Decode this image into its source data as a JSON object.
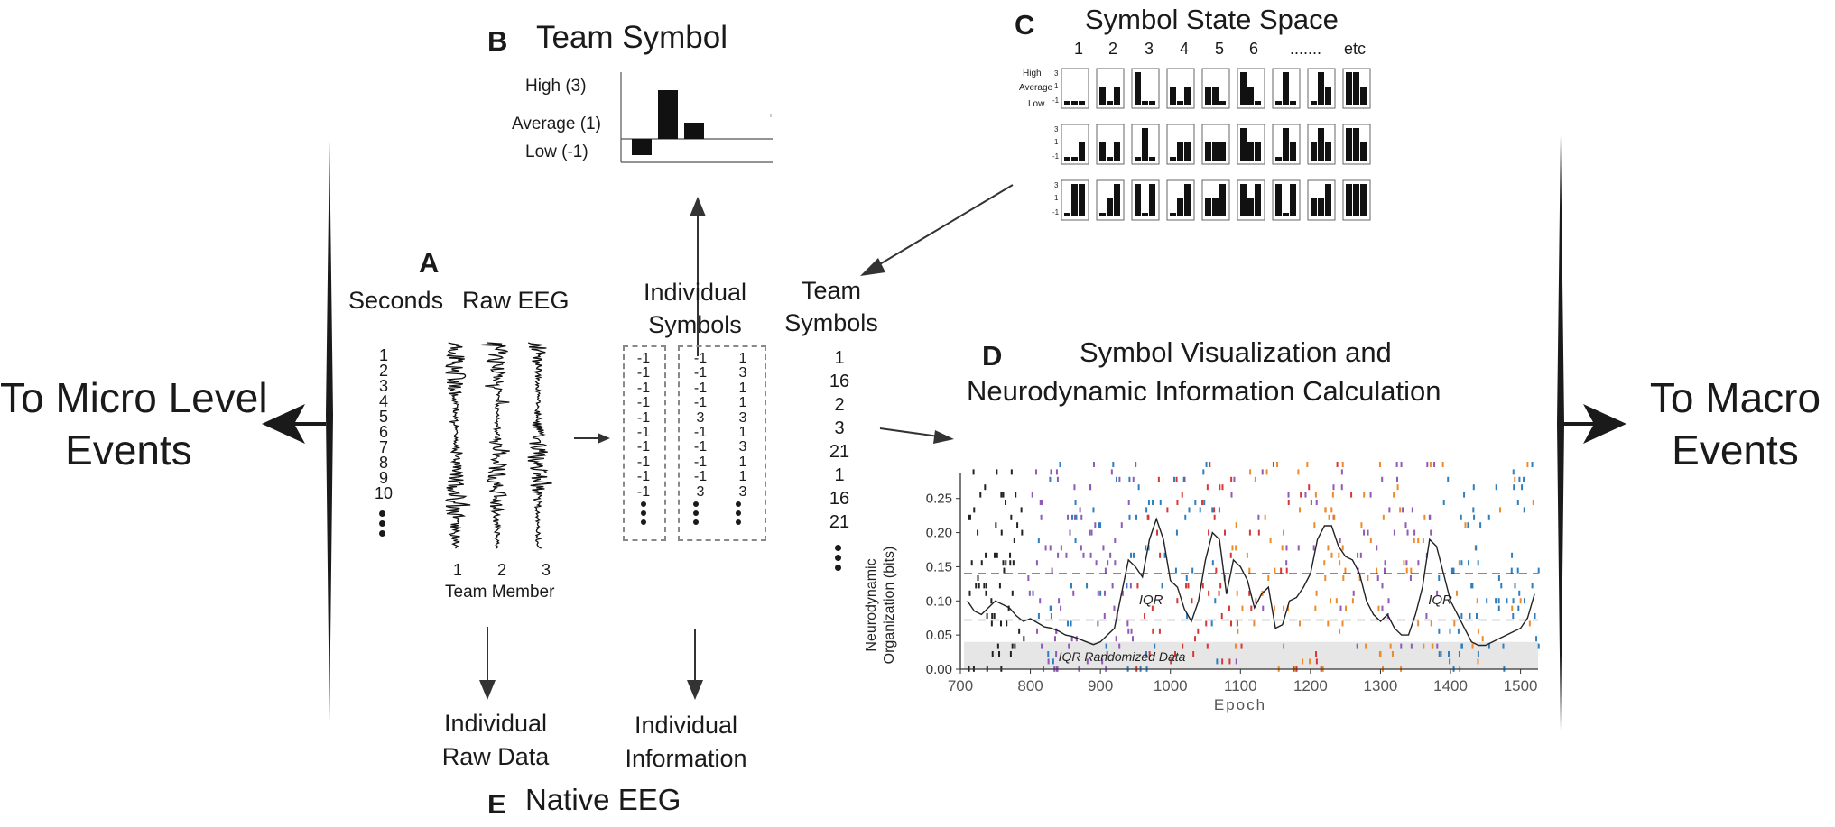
{
  "panel_a": {
    "letter": "A",
    "seconds_label": "Seconds",
    "raw_eeg_label": "Raw EEG",
    "seconds": [
      "1",
      "2",
      "3",
      "4",
      "5",
      "6",
      "7",
      "8",
      "9",
      "10"
    ],
    "members": [
      "1",
      "2",
      "3"
    ],
    "member_axis_label": "Team Member"
  },
  "panel_b": {
    "letter": "B",
    "title": "Team Symbol",
    "level_labels": [
      "High (3)",
      "Average (1)",
      "Low (-1)"
    ],
    "bar_values": [
      -1,
      3,
      1
    ]
  },
  "panel_c": {
    "letter": "C",
    "title": "Symbol State Space",
    "column_labels": [
      "1",
      "2",
      "3",
      "4",
      "5",
      "6",
      ".......",
      "etc"
    ],
    "row_labels": [
      "High",
      "Average",
      "Low"
    ],
    "tick_values": [
      "3",
      "1",
      "-1"
    ]
  },
  "individual_symbols": {
    "label_line1": "Individual",
    "label_line2": "Symbols",
    "columns": [
      [
        "-1",
        "-1",
        "-1",
        "-1",
        "-1",
        "-1",
        "-1",
        "-1",
        "-1",
        "-1"
      ],
      [
        "-1",
        "-1",
        "-1",
        "-1",
        "3",
        "-1",
        "-1",
        "-1",
        "-1",
        "3"
      ],
      [
        "1",
        "3",
        "1",
        "1",
        "3",
        "1",
        "3",
        "1",
        "1",
        "3"
      ]
    ]
  },
  "team_symbols": {
    "label_line1": "Team",
    "label_line2": "Symbols",
    "values": [
      "1",
      "16",
      "2",
      "3",
      "21",
      "1",
      "16",
      "21"
    ]
  },
  "panel_d": {
    "letter": "D",
    "title_line1": "Symbol Visualization and",
    "title_line2": "Neurodynamic Information Calculation",
    "iqr_label": "IQR",
    "iqr_random_label": "IQR Randomized Data"
  },
  "panel_e": {
    "letter": "E",
    "title": "Native EEG",
    "left_line1": "Individual",
    "left_line2": "Raw Data",
    "right_line1": "Individual",
    "right_line2": "Information"
  },
  "side": {
    "left_line1": "To Micro Level",
    "left_line2": "Events",
    "right_line1": "To Macro",
    "right_line2": "Events"
  },
  "colors": {
    "ink": "#1a1a1a",
    "black_ticks": "#222222",
    "purple": "#8e5bb5",
    "blue": "#2f7fbf",
    "red": "#d93636",
    "orange": "#ee8a2a",
    "band": "#e6e6e6"
  },
  "chart_data": {
    "type": "line",
    "xlabel": "Epoch",
    "ylabel": "Neurodynamic Organization (bits)",
    "xlim": [
      700,
      1525
    ],
    "ylim": [
      0,
      0.28
    ],
    "xticks": [
      700,
      800,
      900,
      1000,
      1100,
      1200,
      1300,
      1400,
      1500
    ],
    "yticks": [
      0.0,
      0.05,
      0.1,
      0.15,
      0.2,
      0.25
    ],
    "ytick_labels": [
      "0.00",
      "0.05",
      "0.10",
      "0.15",
      "0.20",
      "0.25"
    ],
    "iqr_lines": [
      0.072,
      0.14
    ],
    "random_band": [
      0.0,
      0.04
    ],
    "series": [
      {
        "x": [
          710,
          720,
          730,
          740,
          750,
          760,
          770,
          780,
          790,
          800,
          810,
          820,
          830,
          840,
          850,
          860,
          870,
          880,
          890,
          900,
          910,
          920,
          930,
          940,
          950,
          960,
          970,
          980,
          990,
          1000,
          1010,
          1020,
          1030,
          1040,
          1050,
          1060,
          1070,
          1080,
          1090,
          1100,
          1110,
          1120,
          1130,
          1140,
          1150,
          1160,
          1170,
          1180,
          1190,
          1200,
          1210,
          1220,
          1230,
          1240,
          1250,
          1260,
          1270,
          1280,
          1290,
          1300,
          1310,
          1320,
          1330,
          1340,
          1350,
          1360,
          1370,
          1380,
          1390,
          1400,
          1410,
          1420,
          1430,
          1440,
          1450,
          1460,
          1470,
          1480,
          1490,
          1500,
          1510,
          1520
        ],
        "values": [
          0.1,
          0.085,
          0.08,
          0.09,
          0.1,
          0.095,
          0.09,
          0.078,
          0.07,
          0.074,
          0.068,
          0.062,
          0.06,
          0.056,
          0.05,
          0.048,
          0.044,
          0.04,
          0.036,
          0.04,
          0.05,
          0.06,
          0.11,
          0.16,
          0.15,
          0.135,
          0.19,
          0.22,
          0.19,
          0.13,
          0.12,
          0.088,
          0.07,
          0.1,
          0.16,
          0.2,
          0.19,
          0.11,
          0.16,
          0.15,
          0.13,
          0.09,
          0.11,
          0.12,
          0.06,
          0.065,
          0.1,
          0.105,
          0.12,
          0.14,
          0.19,
          0.21,
          0.21,
          0.18,
          0.165,
          0.16,
          0.14,
          0.1,
          0.08,
          0.07,
          0.08,
          0.06,
          0.05,
          0.05,
          0.08,
          0.12,
          0.19,
          0.18,
          0.14,
          0.1,
          0.08,
          0.06,
          0.04,
          0.035,
          0.035,
          0.04,
          0.045,
          0.05,
          0.055,
          0.06,
          0.075,
          0.11
        ]
      }
    ]
  }
}
